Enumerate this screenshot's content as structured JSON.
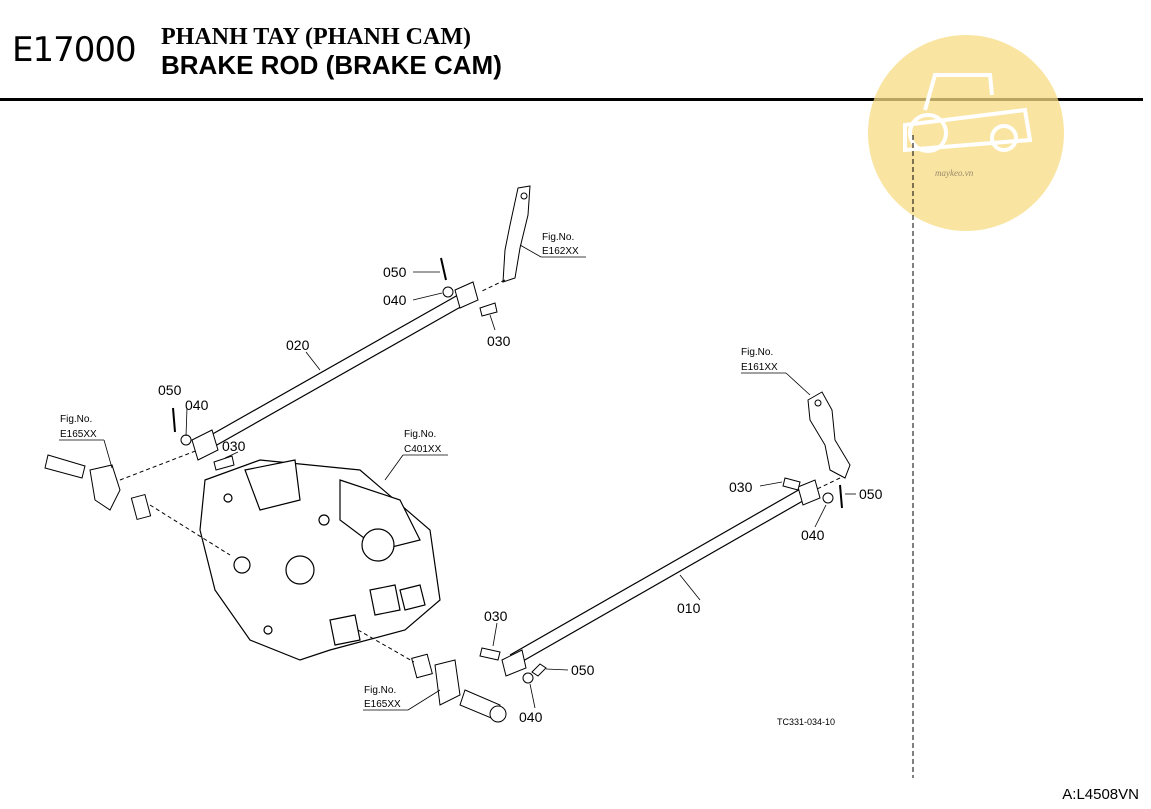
{
  "header": {
    "code": "E17000",
    "title_vn": "PHANH TAY (PHANH CAM)",
    "title_en": "BRAKE ROD (BRAKE CAM)"
  },
  "watermark": {
    "text": "maykeo.vn",
    "color": "#f7dc82"
  },
  "parts": {
    "p050_top": "050",
    "p040_top": "040",
    "p030_top": "030",
    "p020": "020",
    "p050_left": "050",
    "p040_left": "040",
    "p030_left": "030",
    "p030_right": "030",
    "p050_right": "050",
    "p040_right": "040",
    "p010": "010",
    "p030_bottom": "030",
    "p050_bottom": "050",
    "p040_bottom": "040"
  },
  "fig_refs": {
    "e162": {
      "label": "Fig.No.",
      "code": "E162XX"
    },
    "e161": {
      "label": "Fig.No.",
      "code": "E161XX"
    },
    "e165_left": {
      "label": "Fig.No.",
      "code": "E165XX"
    },
    "c401": {
      "label": "Fig.No.",
      "code": "C401XX"
    },
    "e165_bottom": {
      "label": "Fig.No.",
      "code": "E165XX"
    }
  },
  "diagram_ref": "TC331-034-10",
  "footer": "A:L4508VN"
}
